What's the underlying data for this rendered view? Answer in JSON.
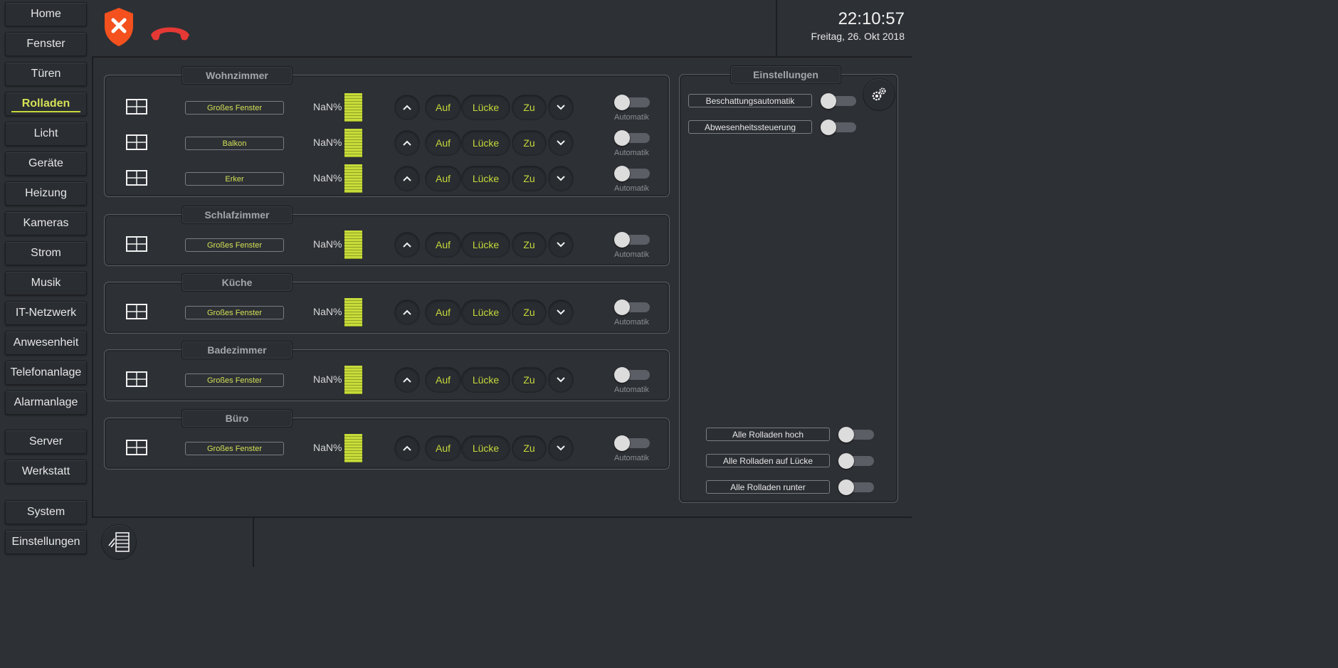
{
  "nav": {
    "items": [
      {
        "label": "Home",
        "active": false
      },
      {
        "label": "Fenster",
        "active": false
      },
      {
        "label": "Türen",
        "active": false
      },
      {
        "label": "Rolladen",
        "active": true
      },
      {
        "label": "Licht",
        "active": false
      },
      {
        "label": "Geräte",
        "active": false
      },
      {
        "label": "Heizung",
        "active": false
      },
      {
        "label": "Kameras",
        "active": false
      },
      {
        "label": "Strom",
        "active": false
      },
      {
        "label": "Musik",
        "active": false
      },
      {
        "label": "IT-Netzwerk",
        "active": false
      },
      {
        "label": "Anwesenheit",
        "active": false
      },
      {
        "label": "Telefonanlage",
        "active": false
      },
      {
        "label": "Alarmanlage",
        "active": false
      },
      {
        "label": "Server",
        "active": false
      },
      {
        "label": "Werkstatt",
        "active": false
      },
      {
        "label": "System",
        "active": false
      },
      {
        "label": "Einstellungen",
        "active": false
      }
    ]
  },
  "header": {
    "status_icons": [
      "shield-x-icon",
      "phone-hangup-icon"
    ],
    "time": "22:10:57",
    "date": "Freitag, 26. Okt 2018"
  },
  "labels": {
    "up_icon": "chevron-up-icon",
    "auf": "Auf",
    "luecke": "Lücke",
    "zu": "Zu",
    "down_icon": "chevron-down-icon",
    "automatik": "Automatik",
    "percent": "NaN%"
  },
  "rooms": [
    {
      "title": "Wohnzimmer",
      "windows": [
        {
          "name": "Großes Fenster"
        },
        {
          "name": "Balkon"
        },
        {
          "name": "Erker"
        }
      ]
    },
    {
      "title": "Schlafzimmer",
      "windows": [
        {
          "name": "Großes Fenster"
        }
      ]
    },
    {
      "title": "Küche",
      "windows": [
        {
          "name": "Großes Fenster"
        }
      ]
    },
    {
      "title": "Badezimmer",
      "windows": [
        {
          "name": "Großes Fenster"
        }
      ]
    },
    {
      "title": "Büro",
      "windows": [
        {
          "name": "Großes Fenster"
        }
      ]
    }
  ],
  "settings": {
    "title": "Einstellungen",
    "toggles": [
      {
        "label": "Beschattungsautomatik",
        "on": false
      },
      {
        "label": "Abwesenheitssteuerung",
        "on": false
      }
    ],
    "global": [
      {
        "label": "Alle Rolladen hoch",
        "on": false
      },
      {
        "label": "Alle Rolladen auf Lücke",
        "on": false
      },
      {
        "label": "Alle Rolladen runter",
        "on": false
      }
    ]
  },
  "colors": {
    "accent": "#d4e157",
    "background": "#2d3035",
    "alarm": "#f4511e",
    "phone": "#e53935"
  }
}
